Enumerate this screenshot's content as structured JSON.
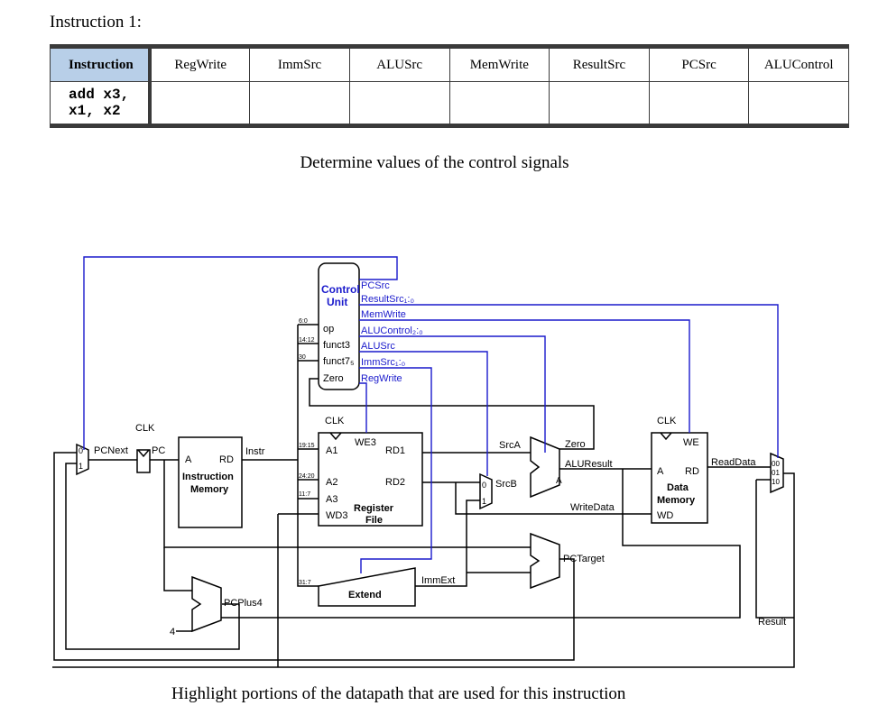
{
  "heading": "Instruction 1:",
  "table": {
    "headers": [
      "Instruction",
      "RegWrite",
      "ImmSrc",
      "ALUSrc",
      "MemWrite",
      "ResultSrc",
      "PCSrc",
      "ALUControl"
    ],
    "rows": [
      {
        "instruction": "add x3, x1, x2",
        "cells": [
          "",
          "",
          "",
          "",
          "",
          "",
          ""
        ]
      }
    ]
  },
  "subtitle": "Determine values of the control signals",
  "footer": "Highlight portions of the datapath that are used for this instruction",
  "colors": {
    "control": "#1a1acc",
    "wire": "#000000",
    "header_bg": "#b8cfe8"
  },
  "datapath": {
    "control_unit": {
      "title1": "Control",
      "title2": "Unit",
      "inputs": [
        "op",
        "funct3",
        "funct7₅",
        "Zero"
      ],
      "input_bits": [
        "6:0",
        "14:12",
        "30"
      ],
      "outputs": [
        "PCSrc",
        "ResultSrc₁:₀",
        "MemWrite",
        "ALUControl₂:₀",
        "ALUSrc",
        "ImmSrc₁:₀",
        "RegWrite"
      ]
    },
    "clk": "CLK",
    "pc_labels": {
      "pcnext": "PCNext",
      "pc": "PC",
      "pcplus4": "PCPlus4",
      "four": "4",
      "pctarget": "PCTarget"
    },
    "pc_mux": [
      "0",
      "1"
    ],
    "instr_mem": {
      "a": "A",
      "rd": "RD",
      "title1": "Instruction",
      "title2": "Memory",
      "out": "Instr"
    },
    "reg_file": {
      "we3": "WE3",
      "a1": "A1",
      "a2": "A2",
      "a3": "A3",
      "wd3": "WD3",
      "rd1": "RD1",
      "rd2": "RD2",
      "title1": "Register",
      "title2": "File",
      "bits": [
        "19:15",
        "24:20",
        "11:7",
        "31:7"
      ]
    },
    "srcb_mux": [
      "0",
      "1"
    ],
    "alu": {
      "srca": "SrcA",
      "srcb": "SrcB",
      "zero": "Zero",
      "result": "ALUResult",
      "a": "A"
    },
    "extend": {
      "title": "Extend",
      "out": "ImmExt"
    },
    "data_mem": {
      "we": "WE",
      "a": "A",
      "rd": "RD",
      "wd": "WD",
      "title1": "Data",
      "title2": "Memory",
      "readdata": "ReadData",
      "writedata": "WriteData"
    },
    "result_mux": [
      "00",
      "01",
      "10"
    ],
    "result": "Result"
  }
}
